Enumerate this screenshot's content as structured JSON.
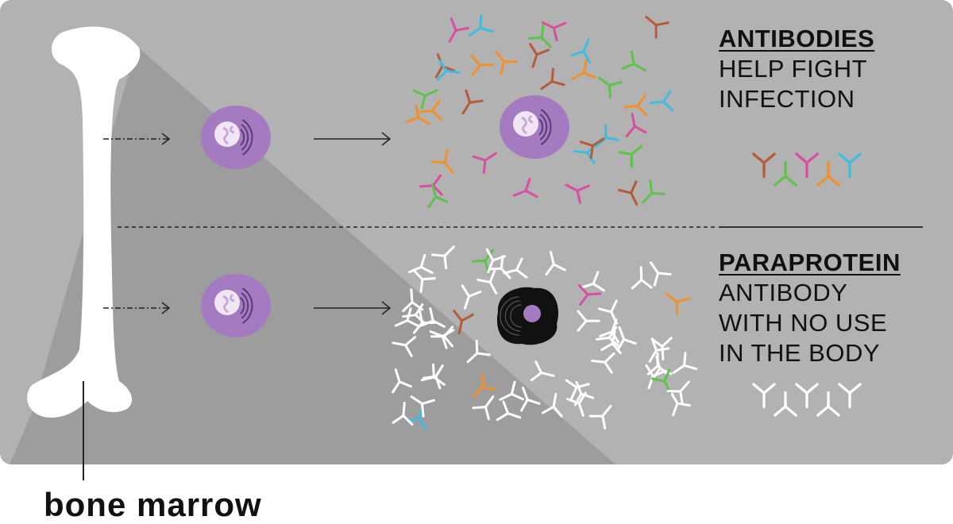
{
  "title": "Antibodies vs Paraprotein",
  "top_panel": {
    "heading": "ANTIBODIES",
    "lines": [
      "HELP FIGHT",
      "INFECTION"
    ]
  },
  "bottom_panel": {
    "heading": "PARAPROTEIN",
    "lines": [
      "ANTIBODY",
      "WITH NO USE",
      "IN THE BODY"
    ]
  },
  "bone_label": "bone marrow",
  "colors": {
    "panel": "#b2b2b2",
    "shadow": "#9c9d9c",
    "cell": "#a47bc0",
    "nucleus": "#f0e6f4",
    "abnormal_cell": "#111111",
    "antibody_palette": [
      "#b55b3c",
      "#5ec24b",
      "#d94ea1",
      "#f0912b",
      "#3fbde0"
    ],
    "paraprotein": "#ffffff"
  }
}
